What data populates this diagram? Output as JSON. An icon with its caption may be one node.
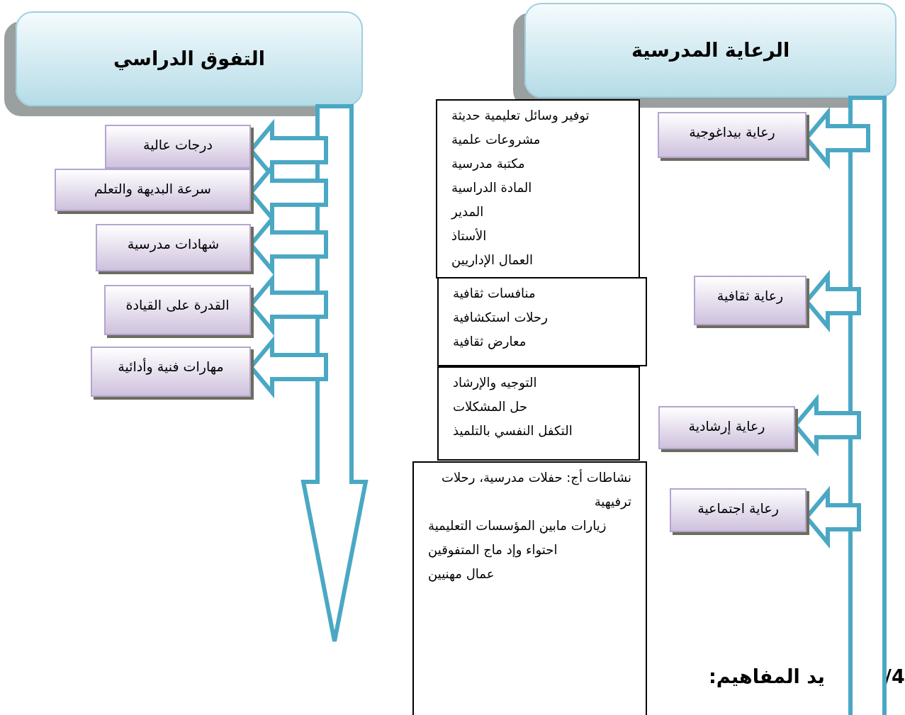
{
  "diagram": {
    "nodes": [
      {
        "text": [
          "التفوق الدراسي"
        ]
      },
      {
        "text": [
          "الرعاية المدرسية"
        ]
      },
      {
        "text": [
          "درجات عالية"
        ]
      },
      {
        "text": [
          "سرعة البديهة والتعلم"
        ]
      },
      {
        "text": [
          "شهادات مدرسية"
        ]
      },
      {
        "text": [
          "القدرة على القيادة"
        ]
      },
      {
        "text": [
          "مهارات فنية وأدائية"
        ]
      },
      {
        "text": [
          "رعاية بيداغوجية"
        ]
      },
      {
        "text": [
          "رعاية ثقافية"
        ]
      },
      {
        "text": [
          "رعاية إرشادية"
        ]
      },
      {
        "text": [
          "رعاية اجتماعية"
        ]
      },
      {
        "text": [
          "توفير وسائل تعليمية حديثة",
          "مشروعات علمية",
          "مكتبة مدرسية",
          "المادة الدراسية",
          "المدير",
          "الأستاذ",
          "العمال الإداريين"
        ]
      },
      {
        "text": [
          "منافسات ثقافية",
          "رحلات استكشافية",
          "معارض ثقافية"
        ]
      },
      {
        "text": [
          "التوجيه والإرشاد",
          "حل المشكلات",
          "التكفل النفسي بالتلميذ"
        ]
      },
      {
        "text": [
          "نشاطات أج: حفلات مدرسية، رحلات ترفيهية",
          "زيارات مابين المؤسسات التعليمية",
          "احتواء وإد ماج المتفوقين",
          "عمال مهنيين"
        ]
      }
    ],
    "edges": [
      {
        "from": 0,
        "to": null,
        "arrow": "to",
        "style": "thick"
      },
      {
        "from": 1,
        "to": null,
        "arrow": "none",
        "style": "thick"
      },
      {
        "from": null,
        "to": 2,
        "arrow": "to",
        "style": "thick"
      },
      {
        "from": null,
        "to": 3,
        "arrow": "to",
        "style": "thick"
      },
      {
        "from": null,
        "to": 4,
        "arrow": "to",
        "style": "thick"
      },
      {
        "from": null,
        "to": 5,
        "arrow": "to",
        "style": "thick"
      },
      {
        "from": null,
        "to": 6,
        "arrow": "to",
        "style": "thick"
      },
      {
        "from": null,
        "to": 7,
        "arrow": "to",
        "style": "thick"
      },
      {
        "from": null,
        "to": 8,
        "arrow": "to",
        "style": "thick"
      },
      {
        "from": null,
        "to": 9,
        "arrow": "to",
        "style": "thick"
      },
      {
        "from": null,
        "to": 10,
        "arrow": "to",
        "style": "thick"
      }
    ],
    "labels": [
      "يد المفاهيم:",
      "4/"
    ]
  }
}
